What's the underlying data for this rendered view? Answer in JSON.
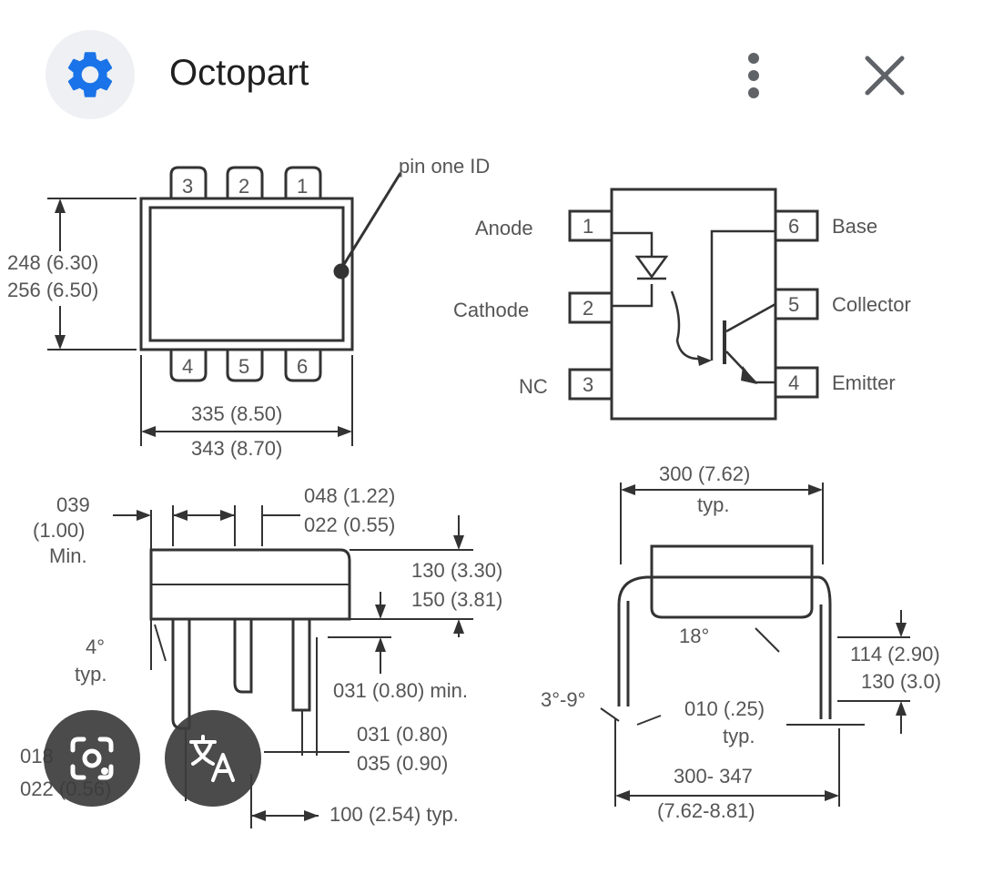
{
  "header": {
    "title": "Octopart",
    "app_icon": "gear-icon",
    "app_icon_color": "#1a73e8",
    "more_icon": "more-vert-icon",
    "close_icon": "close-icon"
  },
  "diagram": {
    "top_view": {
      "pin_one_id": "pin one ID",
      "height_min": "248 (6.30)",
      "height_max": "256 (6.50)",
      "width_min": "335 (8.50)",
      "width_max": "343 (8.70)",
      "top_pins": [
        "3",
        "2",
        "1"
      ],
      "bottom_pins": [
        "4",
        "5",
        "6"
      ]
    },
    "schematic": {
      "pin1": "1",
      "pin2": "2",
      "pin3": "3",
      "pin4": "4",
      "pin5": "5",
      "pin6": "6",
      "anode": "Anode",
      "cathode": "Cathode",
      "nc": "NC",
      "base": "Base",
      "collector": "Collector",
      "emitter": "Emitter"
    },
    "side_view": {
      "lead_min_1": "039",
      "lead_min_2": "(1.00)",
      "lead_min_3": "Min.",
      "lead_w1": "048 (1.22)",
      "lead_w2": "022 (0.55)",
      "lead_len1": "130 (3.30)",
      "lead_len2": "150 (3.81)",
      "angle": "4°",
      "angle_typ": "typ.",
      "min_spacing": "031 (0.80) min.",
      "lead_t1": "031 (0.80)",
      "lead_t2": "035 (0.90)",
      "partial1": "018",
      "partial2": "022 (0.56)",
      "pitch": "100 (2.54) typ."
    },
    "end_view": {
      "width": "300 (7.62)",
      "width_typ": "typ.",
      "angle": "18°",
      "height1": "114 (2.90)",
      "height2": "130 (3.0)",
      "lead_angle": "3°-9°",
      "thickness": "010 (.25)",
      "thickness_typ": "typ.",
      "span1": "300- 347",
      "span2": "(7.62-8.81)"
    }
  },
  "fabs": {
    "lens_icon": "lens-camera-icon",
    "translate_icon": "translate-icon"
  }
}
